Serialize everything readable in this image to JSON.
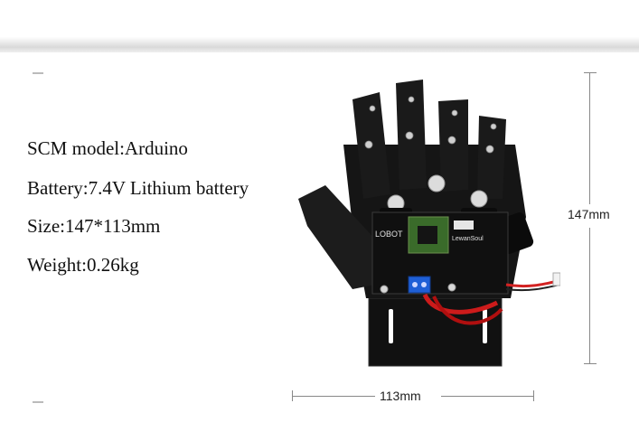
{
  "specs": {
    "scm": "SCM model:Arduino",
    "battery": "Battery:7.4V Lithium battery",
    "size": "Size:147*113mm",
    "weight": "Weight:0.26kg"
  },
  "dimensions": {
    "height_label": "147mm",
    "width_label": "113mm"
  },
  "board": {
    "brand_left": "LOBOT",
    "brand_right": "LewanSoul"
  }
}
